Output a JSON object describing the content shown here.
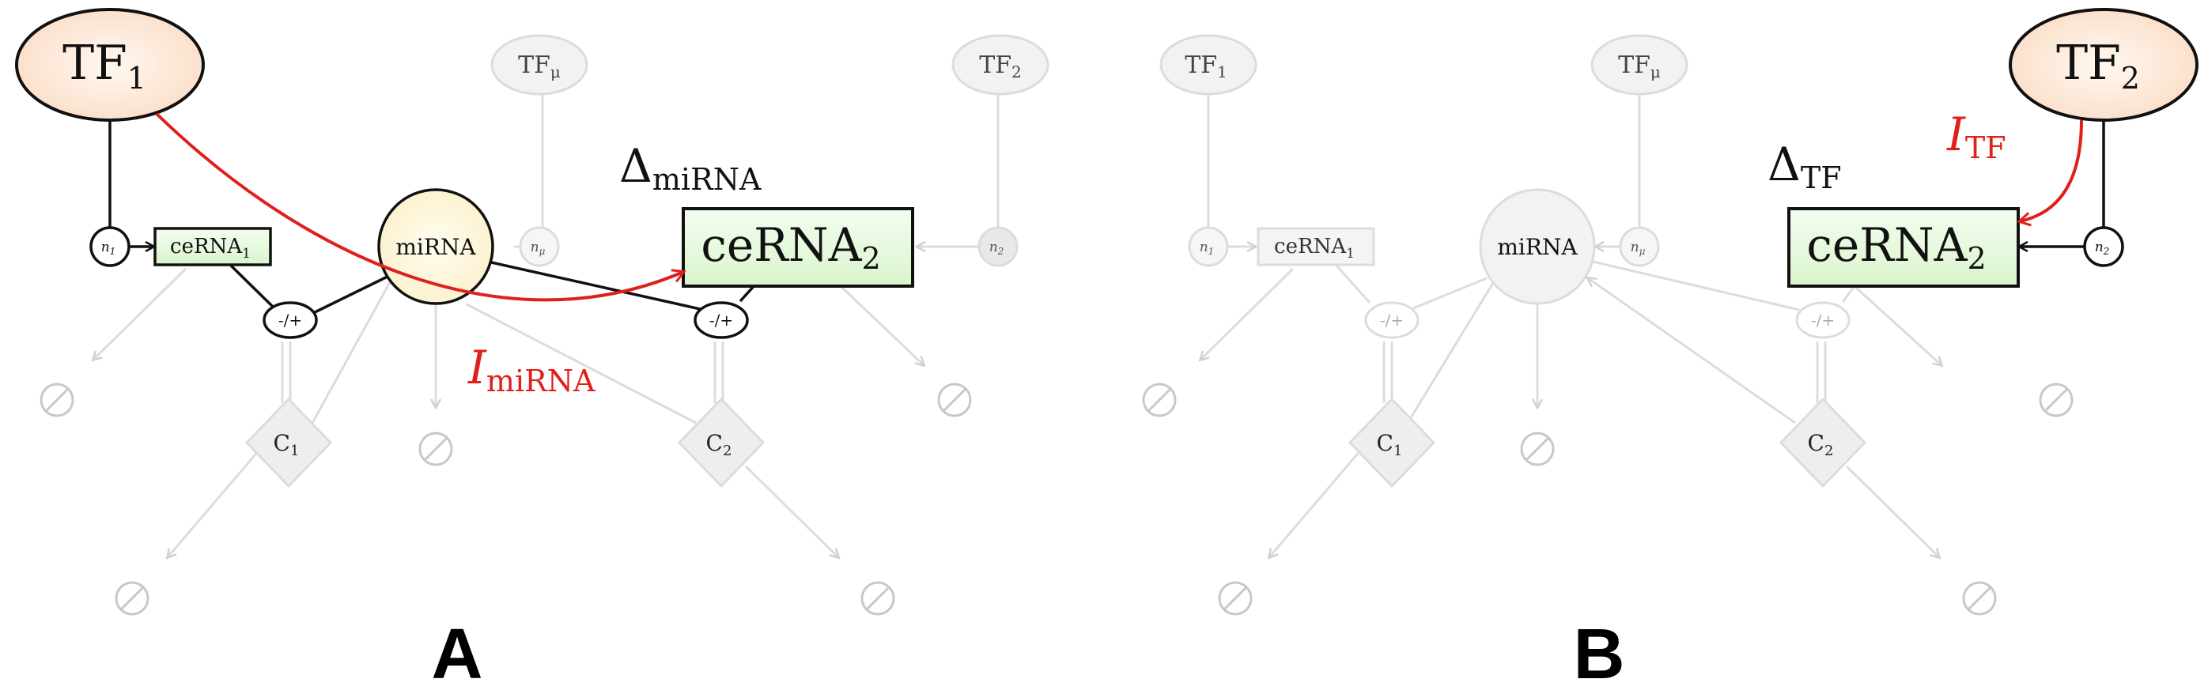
{
  "panels": [
    {
      "id": "A",
      "panel_label": "A",
      "nodes": {
        "tf1": {
          "main": "TF",
          "sub": "1"
        },
        "tfmu": {
          "main": "TF",
          "sub": "μ"
        },
        "tf2": {
          "main": "TF",
          "sub": "2"
        },
        "n1": {
          "main": "n",
          "sub": "1"
        },
        "nmu": {
          "main": "n",
          "sub": "μ"
        },
        "n2": {
          "main": "n",
          "sub": "2"
        },
        "cerna1": {
          "main": "ceRNA",
          "sub": "1"
        },
        "cerna2": {
          "main": "ceRNA",
          "sub": "2"
        },
        "mirna": {
          "main": "miRNA"
        },
        "complex_a": {
          "main": "-/+"
        },
        "complex_b": {
          "main": "-/+"
        },
        "c1": {
          "main": "C",
          "sub": "1"
        },
        "c2": {
          "main": "C",
          "sub": "2"
        }
      },
      "delta": {
        "main": "Δ",
        "sub": "miRNA"
      },
      "intervention": {
        "main": "I",
        "sub": "miRNA"
      }
    },
    {
      "id": "B",
      "panel_label": "B",
      "nodes": {
        "tf1": {
          "main": "TF",
          "sub": "1"
        },
        "tfmu": {
          "main": "TF",
          "sub": "μ"
        },
        "tf2": {
          "main": "TF",
          "sub": "2"
        },
        "n1": {
          "main": "n",
          "sub": "1"
        },
        "nmu": {
          "main": "n",
          "sub": "μ"
        },
        "n2": {
          "main": "n",
          "sub": "2"
        },
        "cerna1": {
          "main": "ceRNA",
          "sub": "1"
        },
        "cerna2": {
          "main": "ceRNA",
          "sub": "2"
        },
        "mirna": {
          "main": "miRNA"
        },
        "complex_a": {
          "main": "-/+"
        },
        "complex_b": {
          "main": "-/+"
        },
        "c1": {
          "main": "C",
          "sub": "1"
        },
        "c2": {
          "main": "C",
          "sub": "2"
        }
      },
      "delta": {
        "main": "Δ",
        "sub": "TF"
      },
      "intervention": {
        "main": "I",
        "sub": "TF"
      }
    }
  ],
  "colors": {
    "highlight_stroke": "#111111",
    "faded_stroke": "#dcdcdc",
    "faded_fill": "#f2f2f2",
    "intervention_red": "#e0201b",
    "tf_fill": "#fde9d8",
    "mirna_fill": "#fdf6dc",
    "cerna_fill": "#e4f8d8"
  }
}
